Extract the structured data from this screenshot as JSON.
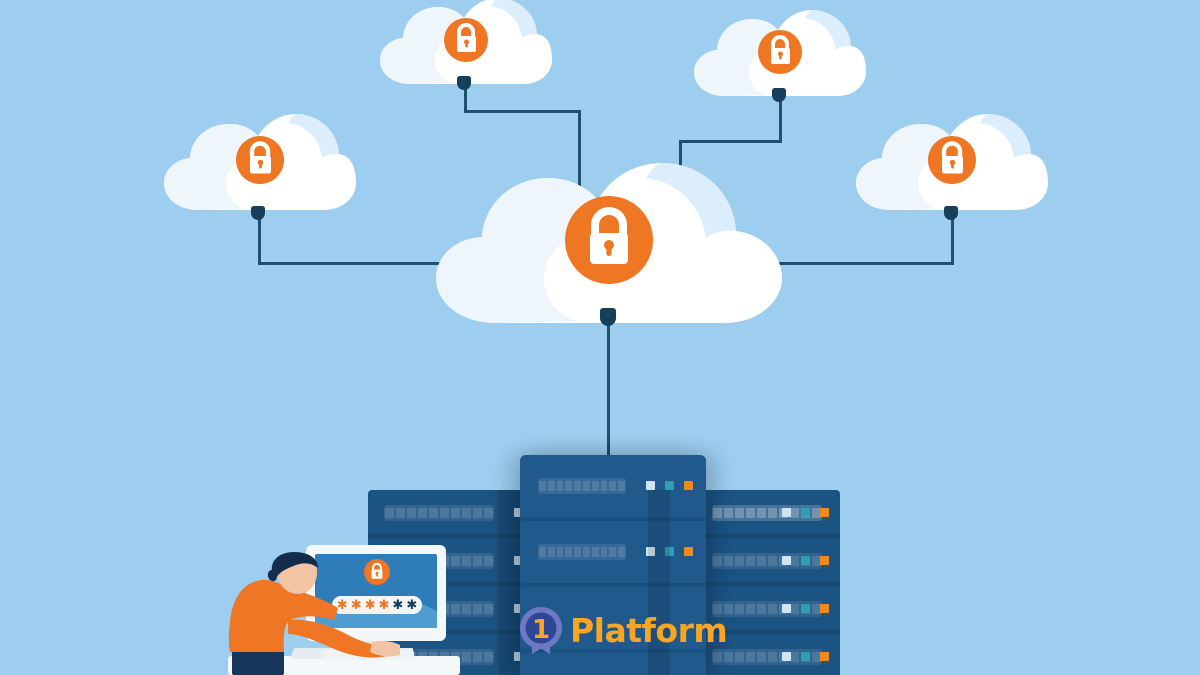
{
  "scene": {
    "title": "Cloud Security Platform Illustration",
    "background_color": "#9dcdef",
    "accent_orange": "#ef7622",
    "rack_navy": "#1b5383",
    "rack_navy_dark": "#154a76",
    "wire_color": "#1d4f6f"
  },
  "clouds": [
    {
      "id": "cloud-main",
      "label": "Main secure cloud",
      "icon": "padlock-icon",
      "icon_color": "#ef7622",
      "lock_color": "#ffffff"
    },
    {
      "id": "cloud-top-left",
      "label": "Secure cloud top left",
      "icon": "padlock-icon",
      "icon_color": "#ef7622",
      "lock_color": "#ffffff"
    },
    {
      "id": "cloud-top-right",
      "label": "Secure cloud top right",
      "icon": "padlock-icon",
      "icon_color": "#ef7622",
      "lock_color": "#ffffff"
    },
    {
      "id": "cloud-left",
      "label": "Secure cloud left",
      "icon": "padlock-icon",
      "icon_color": "#ef7622",
      "lock_color": "#ffffff"
    },
    {
      "id": "cloud-right",
      "label": "Secure cloud right",
      "icon": "padlock-icon",
      "icon_color": "#ef7622",
      "lock_color": "#ffffff"
    }
  ],
  "monitor": {
    "label": "Desktop monitor login screen",
    "lock_icon": "padlock-icon",
    "password_field": {
      "label": "Password field",
      "masked_value": "******",
      "dots": [
        {
          "char": "✱",
          "color": "#ef7622"
        },
        {
          "char": "✱",
          "color": "#ef7622"
        },
        {
          "char": "✱",
          "color": "#ef7622"
        },
        {
          "char": "✱",
          "color": "#ef7622"
        },
        {
          "char": "✱",
          "color": "#123a5c"
        },
        {
          "char": "✱",
          "color": "#123a5c"
        }
      ]
    }
  },
  "person": {
    "label": "Person typing at computer",
    "hair_color": "#142d4c",
    "shirt_color": "#ee7624",
    "skin_color": "#f2c4a4",
    "pants_color": "#16365c"
  },
  "logo": {
    "name": "1 Platform",
    "badge_digit": "1",
    "text": "Platform",
    "text_color": "#f6a623",
    "badge_color": "#6f78c4",
    "badge_inner_color": "#2e4794",
    "digit_color": "#f6a623"
  },
  "servers": {
    "label": "Server rack stack",
    "led_colors": [
      "#cfe4f2",
      "#2e9fb5",
      "#f08a1d"
    ],
    "racks": [
      {
        "id": "rack-center",
        "units": 5,
        "leds_per_unit": 3
      },
      {
        "id": "rack-left",
        "units": 4,
        "leds_per_unit": 3
      },
      {
        "id": "rack-right",
        "units": 4,
        "leds_per_unit": 3
      }
    ]
  }
}
